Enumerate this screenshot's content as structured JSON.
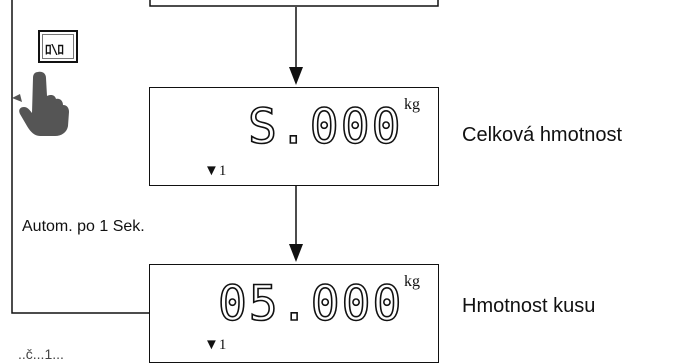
{
  "displays": [
    {
      "digits": "S.000",
      "unit": "kg",
      "marker": "▼1",
      "caption": "Celková hmotnost"
    },
    {
      "digits": "05.000",
      "unit": "kg",
      "marker": "▼1",
      "caption": "Hmotnost kusu"
    }
  ],
  "notes": {
    "auto": "Autom. po 1 Sek.",
    "bottom_partial": "..č...1..."
  },
  "button": {
    "label": "ﾛ\\ﾛ",
    "icon": "finger-press-icon"
  }
}
